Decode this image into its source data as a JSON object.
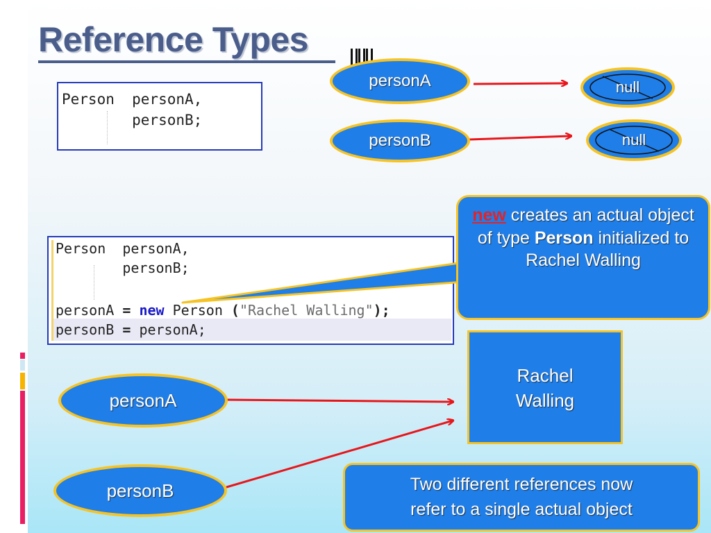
{
  "slide": {
    "title": "Reference Types",
    "code_declare": {
      "line1": "Person  personA,",
      "line2": "        personB;"
    },
    "code_assign": {
      "line1": "Person  personA,",
      "line2": "        personB;",
      "line3_var": "personA",
      "line3_eq": "=",
      "line3_new": "new",
      "line3_type": "Person",
      "line3_lparen": "(",
      "line3_str": "\"Rachel Walling\"",
      "line3_rparen": ");",
      "line4_var": "personB",
      "line4_eq": "=",
      "line4_rest": "personA;"
    },
    "top_refs": {
      "person_a": "personA",
      "person_b": "personB",
      "null_a": "null",
      "null_b": "null"
    },
    "callout": {
      "new_word": "new",
      "text_part1": " creates an actual object of type ",
      "bold_type": "Person",
      "text_part2": " initialized to Rachel Walling"
    },
    "object_box": {
      "line1": "Rachel",
      "line2": "Walling"
    },
    "bottom_refs": {
      "person_a": "personA",
      "person_b": "personB"
    },
    "caption": {
      "line1": "Two different references now",
      "line2": "refer to a single actual object"
    },
    "colors": {
      "title": "#4b5d8a",
      "oval_fill": "#1f7ee8",
      "oval_border": "#f6c324",
      "arrow": "#e8161b",
      "code_border": "#2439b8",
      "keyword": "#1a1ac8"
    }
  }
}
